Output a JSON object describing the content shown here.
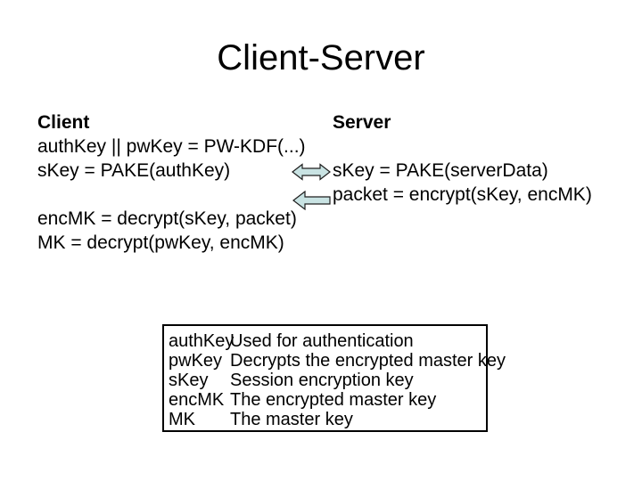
{
  "slide": {
    "title": "Client-Server",
    "client": {
      "heading": "Client",
      "line1": "authKey || pwKey = PW-KDF(...)",
      "line2": "sKey = PAKE(authKey)",
      "line3": "encMK = decrypt(sKey, packet)",
      "line4": "MK = decrypt(pwKey, encMK)"
    },
    "server": {
      "heading": "Server",
      "line1": "sKey = PAKE(serverData)",
      "line2": "packet = encrypt(sKey, encMK)"
    },
    "arrows": {
      "exchange_icon": "double-headed-arrow",
      "send_icon": "left-arrow",
      "fill": "#c9e3e3",
      "stroke": "#1f1f1f"
    },
    "glossary": {
      "rows": [
        {
          "term": "authKey",
          "definition": "Used for authentication"
        },
        {
          "term": "pwKey",
          "definition": "Decrypts the encrypted master key"
        },
        {
          "term": "sKey",
          "definition": "Session encryption key"
        },
        {
          "term": "encMK",
          "definition": "The encrypted master key"
        },
        {
          "term": "MK",
          "definition": "The master key"
        }
      ]
    }
  }
}
